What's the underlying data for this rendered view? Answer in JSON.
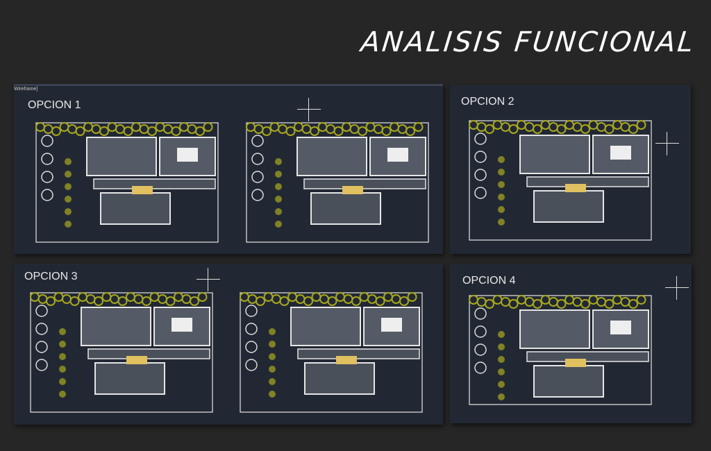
{
  "title": "ANALISIS FUNCIONAL",
  "viewport_label": "Wireframe]",
  "options": [
    {
      "label": "OPCION 1"
    },
    {
      "label": "OPCION 2"
    },
    {
      "label": "OPCION 3"
    },
    {
      "label": "OPCION 4"
    }
  ],
  "colors": {
    "background": "#262626",
    "panel": "#222833",
    "vegetation": "#a8a820",
    "walls": "#e6e6e6"
  }
}
